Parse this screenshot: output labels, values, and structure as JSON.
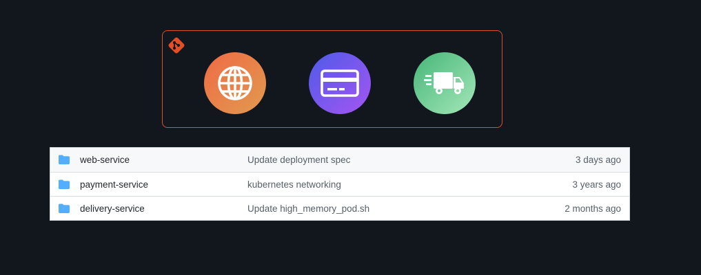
{
  "repo_box": {
    "border_color": "#d7532f",
    "brand_icon": "git-icon",
    "services": [
      {
        "name": "web",
        "icon": "globe-icon",
        "color_from": "#ef6b45",
        "color_to": "#e19a4f"
      },
      {
        "name": "payment",
        "icon": "credit-card-icon",
        "color_from": "#4e5be8",
        "color_to": "#a555f2"
      },
      {
        "name": "delivery",
        "icon": "truck-icon",
        "color_from": "#46b679",
        "color_to": "#a4e7b8"
      }
    ]
  },
  "files": [
    {
      "name": "web-service",
      "message": "Update deployment spec",
      "time": "3 days ago",
      "icon": "folder-icon"
    },
    {
      "name": "payment-service",
      "message": "kubernetes networking",
      "time": "3 years ago",
      "icon": "folder-icon"
    },
    {
      "name": "delivery-service",
      "message": "Update high_memory_pod.sh",
      "time": "2 months ago",
      "icon": "folder-icon"
    }
  ]
}
